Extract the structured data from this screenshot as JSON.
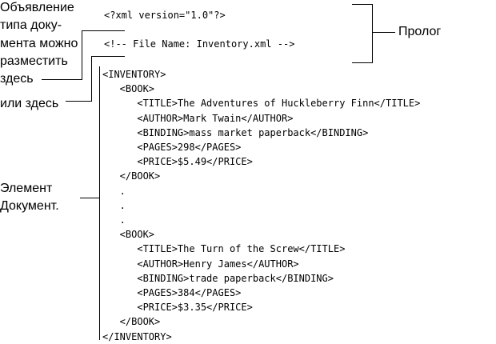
{
  "labels": {
    "declaration_left": [
      "Объявление",
      "типа доку-",
      "мента можно",
      "разместить",
      "здесь"
    ],
    "or_here": "или здесь",
    "prolog": "Пролог",
    "document_element": [
      "Элемент",
      "Документ."
    ]
  },
  "prolog_code": [
    "<?xml version=\"1.0\"?>",
    "<!-- File Name: Inventory.xml -->"
  ],
  "document_code": [
    "<INVENTORY>",
    "   <BOOK>",
    "      <TITLE>The Adventures of Huckleberry Finn</TITLE>",
    "      <AUTHOR>Mark Twain</AUTHOR>",
    "      <BINDING>mass market paperback</BINDING>",
    "      <PAGES>298</PAGES>",
    "      <PRICE>$5.49</PRICE>",
    "   </BOOK>",
    "   .",
    "   .",
    "   .",
    "   <BOOK>",
    "      <TITLE>The Turn of the Screw</TITLE>",
    "      <AUTHOR>Henry James</AUTHOR>",
    "      <BINDING>trade paperback</BINDING>",
    "      <PAGES>384</PAGES>",
    "      <PRICE>$3.35</PRICE>",
    "   </BOOK>",
    "</INVENTORY>"
  ]
}
